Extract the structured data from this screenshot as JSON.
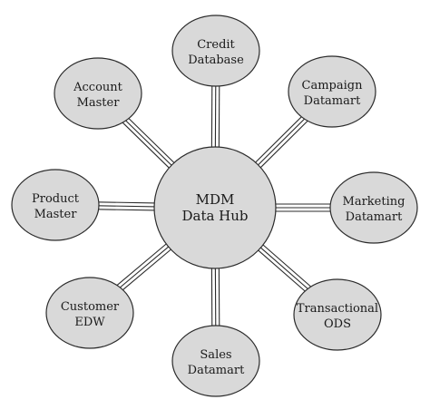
{
  "hub": {
    "line1": "MDM",
    "line2": "Data Hub"
  },
  "nodes": [
    {
      "id": "credit-database",
      "line1": "Credit",
      "line2": "Database"
    },
    {
      "id": "campaign-datamart",
      "line1": "Campaign",
      "line2": "Datamart"
    },
    {
      "id": "marketing-datamart",
      "line1": "Marketing",
      "line2": "Datamart"
    },
    {
      "id": "transactional-ods",
      "line1": "Transactional",
      "line2": "ODS"
    },
    {
      "id": "sales-datamart",
      "line1": "Sales",
      "line2": "Datamart"
    },
    {
      "id": "customer-edw",
      "line1": "Customer",
      "line2": "EDW"
    },
    {
      "id": "product-master",
      "line1": "Product",
      "line2": "Master"
    },
    {
      "id": "account-master",
      "line1": "Account",
      "line2": "Master"
    }
  ],
  "colors": {
    "fill": "#d9d9d9",
    "stroke": "#2b2b2b",
    "text": "#1a1a1a"
  }
}
